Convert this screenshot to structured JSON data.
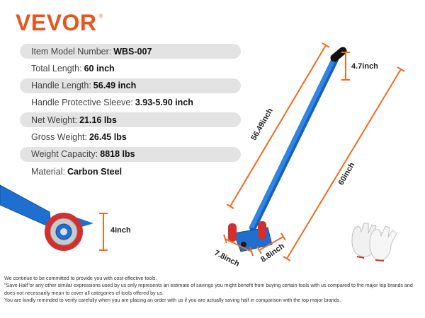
{
  "brand": {
    "logo_text": "VEVOR",
    "reg_mark": "®",
    "accent": "#e8541c"
  },
  "specs": [
    {
      "label": "Item Model Number:",
      "value": "WBS-007"
    },
    {
      "label": "Total Length:",
      "value": "60 inch"
    },
    {
      "label": "Handle Length:",
      "value": "56.49 inch"
    },
    {
      "label": "Handle Protective Sleeve:",
      "value": "3.93-5.90 inch"
    },
    {
      "label": "Net Weight:",
      "value": "21.16 lbs"
    },
    {
      "label": "Gross Weight:",
      "value": "26.45 lbs"
    },
    {
      "label": "Weight Capacity:",
      "value": "8818 lbs"
    },
    {
      "label": "Material:",
      "value": "Carbon Steel"
    }
  ],
  "dimensions": {
    "sleeve": "4.7inch",
    "handle": "56.49inch",
    "total": "60inch",
    "wheel": "4inch",
    "base_width": "7.8inch",
    "base_depth": "8.8inch"
  },
  "colors": {
    "bar_blue": "#1e6fd0",
    "wheel_red": "#d32f2f",
    "dim_orange": "#f26a1b",
    "row_shade": "#e3e3e3"
  },
  "disclaimer": [
    "We continue to be committed to provide you with cost-effective tools.",
    "\"Save Half\"or any other similar expressions used by us only represents an estimate of savings you might benefit from buying certain tools with us compared to the major top brands and does not necessarily mean to cover all categories of tools offered by us.",
    "You are kindly reminded to verify carefully when you are placing an order with us if you are actually saving half in comparison with the top major brands."
  ]
}
